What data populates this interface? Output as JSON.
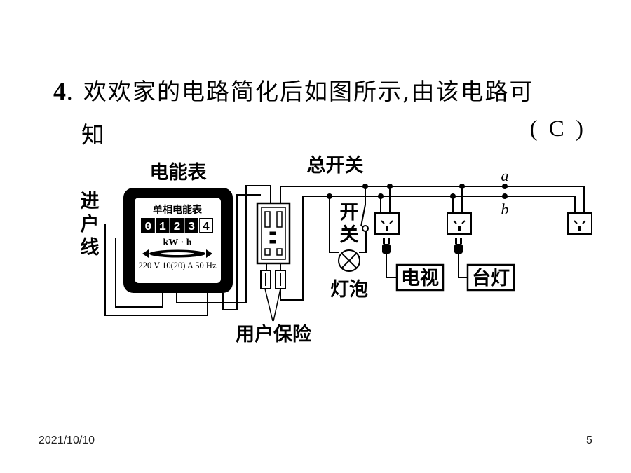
{
  "question": {
    "number": "4",
    "text": ". 欢欢家的电路简化后如图所示,由该电路可",
    "text_cont": "知",
    "answer": "( C )"
  },
  "diagram": {
    "meter_title": "电能表",
    "meter_plate": "单相电能表",
    "meter_digits": [
      "0",
      "1",
      "2",
      "3",
      "4"
    ],
    "meter_unit": "kW · h",
    "meter_rating": "220 V 10(20) A 50 Hz",
    "incoming_line": [
      "进",
      "户",
      "线"
    ],
    "main_switch": "总开关",
    "switch": [
      "开",
      "关"
    ],
    "bulb": "灯泡",
    "fuse": "用户保险",
    "tv": "电视",
    "lamp": "台灯",
    "point_a": "a",
    "point_b": "b"
  },
  "footer": {
    "date": "2021/10/10",
    "page": "5"
  }
}
